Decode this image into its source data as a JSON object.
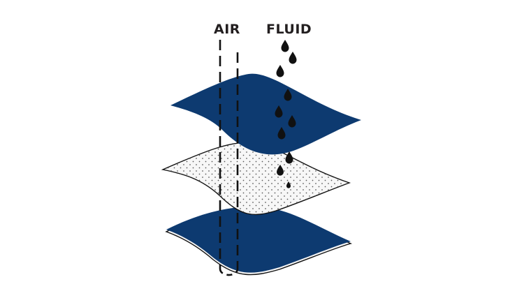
{
  "labels": {
    "air": "AIR",
    "fluid": "FLUID"
  },
  "colors": {
    "membrane_blue": "#0d3a70",
    "dot_layer_fill": "#f7f7f7",
    "ink": "#111111",
    "label_text": "#231f20",
    "background": "#ffffff"
  },
  "layers": [
    {
      "name": "top-layer",
      "style": "solid-blue"
    },
    {
      "name": "middle-layer",
      "style": "dotted-white"
    },
    {
      "name": "bottom-layer",
      "style": "solid-blue"
    }
  ],
  "icons": {
    "droplet": "water-droplet-icon"
  }
}
